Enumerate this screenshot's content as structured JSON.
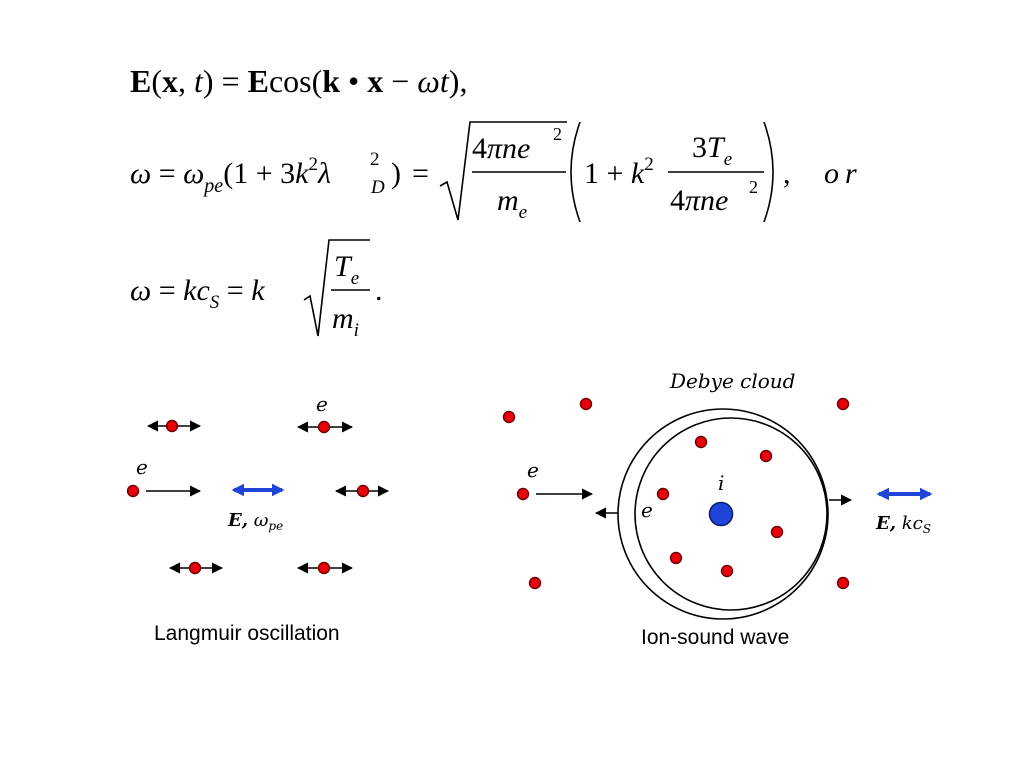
{
  "equations": {
    "wave": {
      "E1": "E",
      "x1": "x",
      "t1": "t",
      "eq": "=",
      "E2": "E",
      "cos": "cos",
      "k": "k",
      "x2": "x",
      "omega": "ω",
      "t2": "t"
    },
    "dispersion": {
      "omega": "ω",
      "omega_pe": "ω",
      "pe": "pe",
      "one": "1",
      "three": "3",
      "k": "k",
      "two": "2",
      "lambda": "λ",
      "D": "D",
      "four": "4",
      "pi": "π",
      "n": "n",
      "e": "e",
      "m": "m",
      "T": "T",
      "or": "or"
    },
    "ion_sound": {
      "omega": "ω",
      "k": "k",
      "c": "c",
      "S": "S",
      "T": "T",
      "e": "e",
      "m": "m",
      "i": "i"
    }
  },
  "langmuir": {
    "caption": "Langmuir oscillation",
    "electron_top_label": "e",
    "electron_left_label": "e",
    "field_label_E": "E,",
    "field_label_omega": "ω",
    "field_label_sub": "pe",
    "colors": {
      "electron": "#e8000b",
      "field_arrow": "#1e44d8"
    }
  },
  "ion_sound": {
    "caption": "Ion-sound wave",
    "cloud_label": "Debye cloud",
    "ion_label": "i",
    "electron_outer_label": "e",
    "electron_inner_label": "e",
    "field_label_E": "E,",
    "field_label_kc": "kc",
    "field_label_sub": "S",
    "colors": {
      "electron": "#e8000b",
      "ion": "#1e44d8",
      "field_arrow": "#1e44d8"
    }
  }
}
